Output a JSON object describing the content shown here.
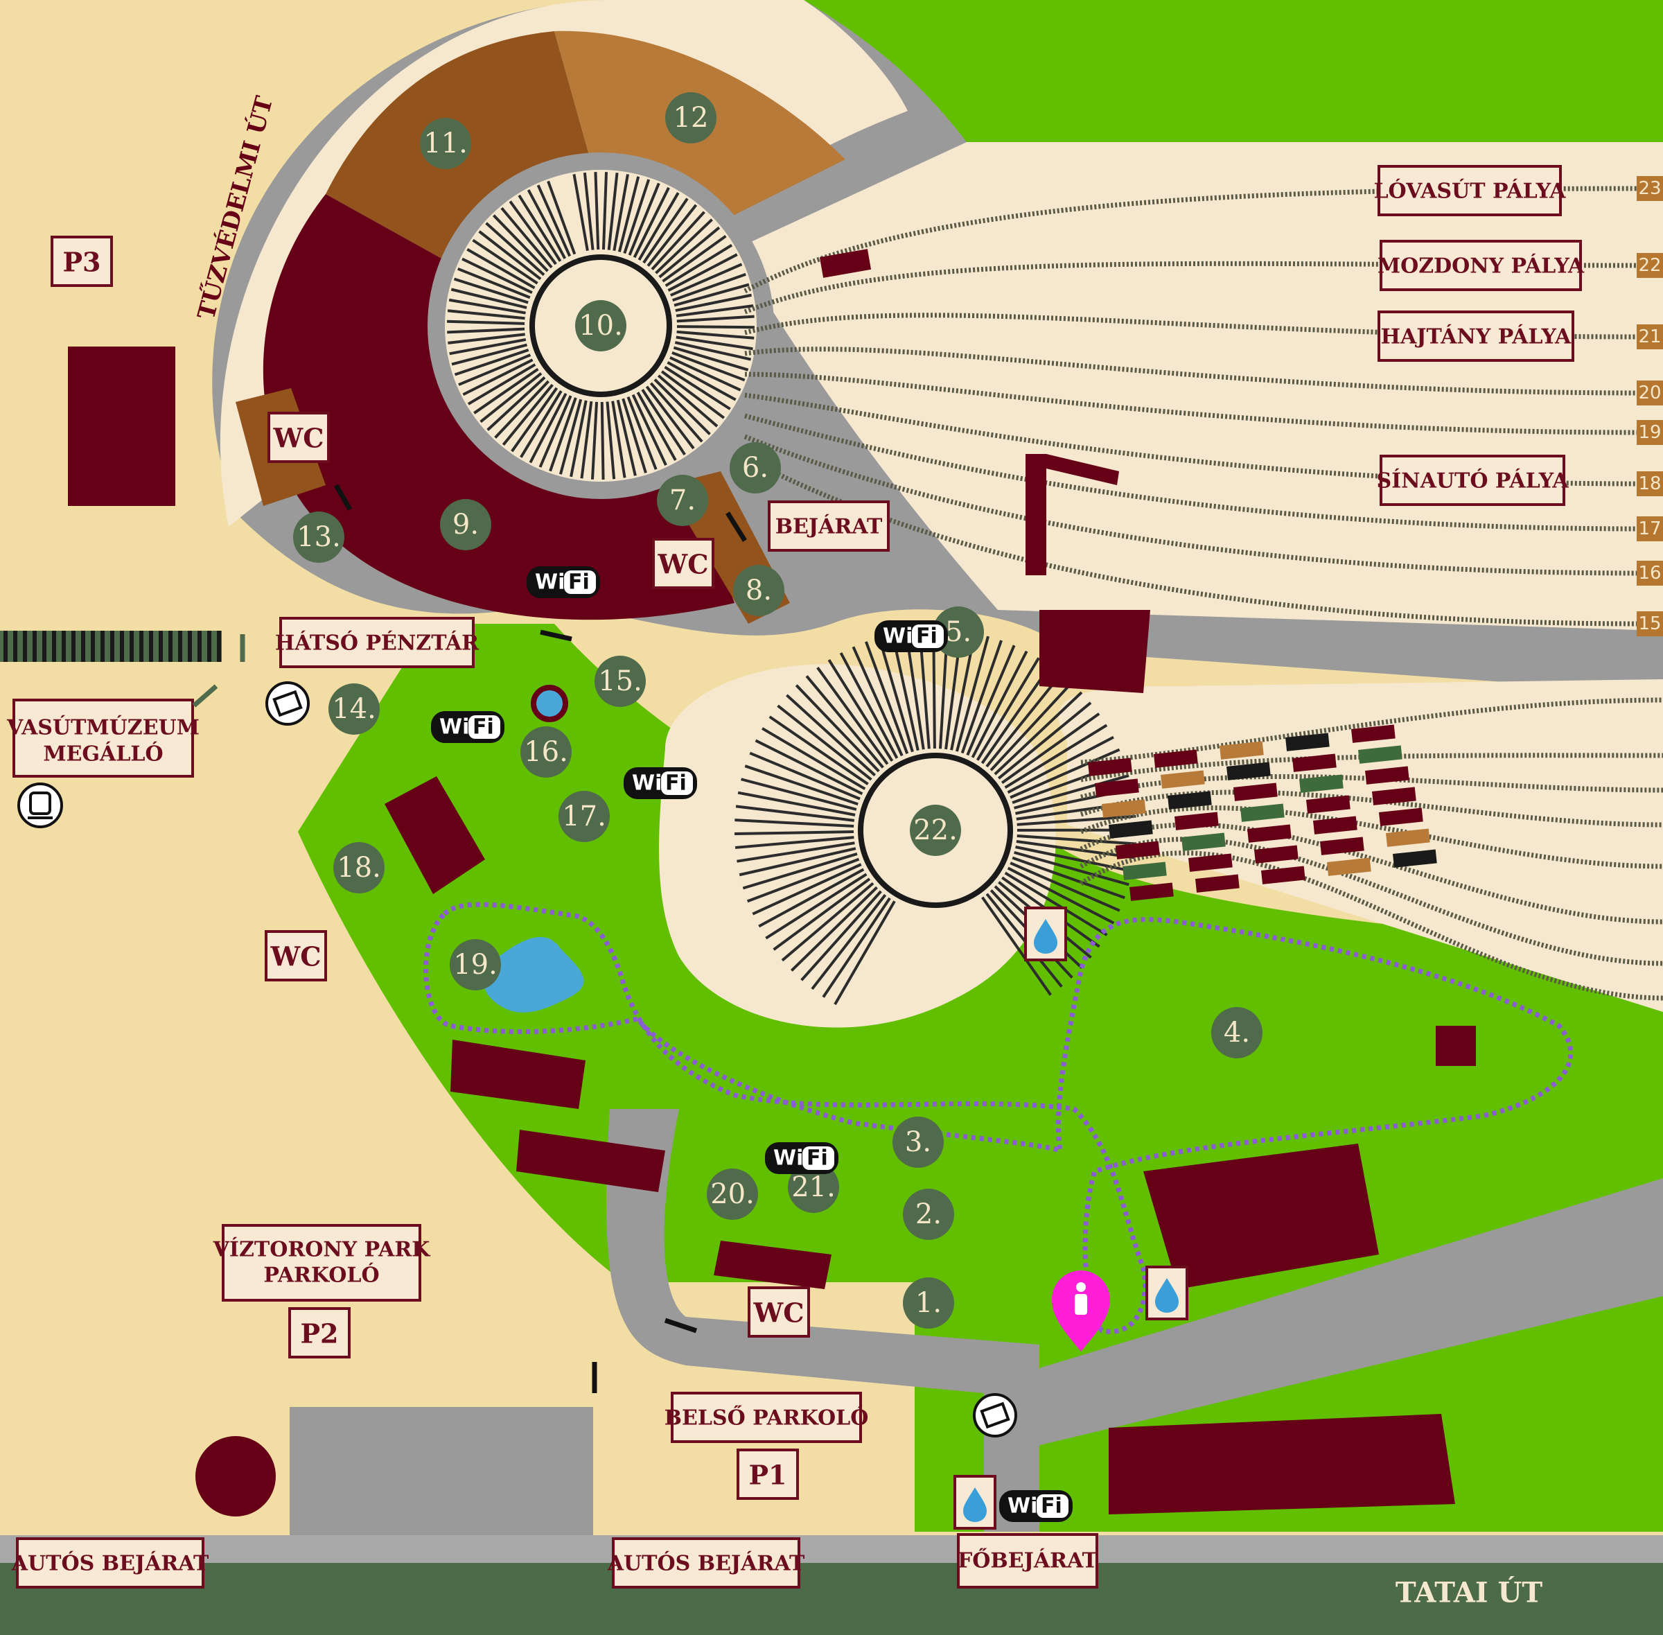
{
  "colors": {
    "background": "#f2dea5",
    "grass": "#62bf00",
    "road": "#9a9a9a",
    "cream": "#f6e8cf",
    "maroon": "#650016",
    "brown_dark": "#93531c",
    "brown_light": "#b87a38",
    "marker": "#4f6b4c",
    "bottom_road": "#4c6b48",
    "water": "#4aa8d8",
    "pin": "#ff1fd8"
  },
  "markers": [
    "1.",
    "2.",
    "3.",
    "4.",
    "5.",
    "6.",
    "7.",
    "8.",
    "9.",
    "10.",
    "11.",
    "12",
    "13.",
    "14.",
    "15.",
    "16.",
    "17.",
    "18.",
    "19.",
    "20.",
    "21.",
    "22."
  ],
  "labels": {
    "lovasut": "LÓVASÚT PÁLYA",
    "mozdony": "MOZDONY PÁLYA",
    "hajtany": "HAJTÁNY PÁLYA",
    "sinauto": "SÍNAUTÓ PÁLYA",
    "bejarat": "BEJÁRAT",
    "hatso": "HÁTSÓ PÉNZTÁR",
    "vasutmuzeum_1": "VASÚTMÚZEUM",
    "vasutmuzeum_2": "MEGÁLLÓ",
    "viztorony_1": "VÍZTORONY PARK",
    "viztorony_2": "PARKOLÓ",
    "belso": "BELSŐ PARKOLÓ",
    "autos_left": "AUTÓS BEJÁRAT",
    "autos_mid": "AUTÓS BEJÁRAT",
    "fobejarat": "FŐBEJÁRAT",
    "tatai": "TATAI ÚT",
    "tuzvedelmi": "TŰZVÉDELMI ÚT",
    "p1": "P1",
    "p2": "P2",
    "p3": "P3",
    "wc": "WC"
  },
  "wifi": {
    "wi": "Wi",
    "fi": "Fi"
  },
  "track_numbers": [
    "23",
    "22",
    "21",
    "20",
    "19",
    "18",
    "17",
    "16",
    "15"
  ],
  "icons": [
    "wifi-icon",
    "water-drop-icon",
    "ticket-icon",
    "train-stop-icon",
    "location-pin-icon",
    "gate-icon"
  ]
}
